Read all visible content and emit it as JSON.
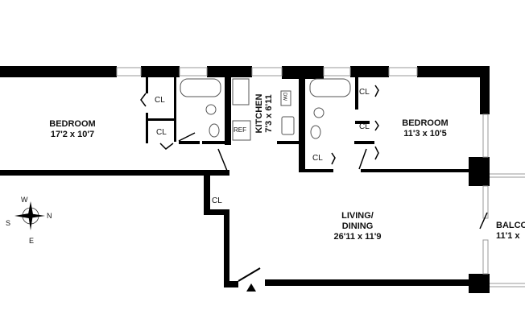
{
  "rooms": {
    "bedroom_left": {
      "name": "BEDROOM",
      "size": "17'2 x 10'7"
    },
    "bedroom_right": {
      "name": "BEDROOM",
      "size": "11'3 x 10'5"
    },
    "kitchen": {
      "name": "KITCHEN",
      "size": "7'3 x 6'11"
    },
    "living": {
      "name_line1": "LIVING/",
      "name_line2": "DINING",
      "size": "26'11 x 11'9"
    },
    "balcony": {
      "name": "BALCONY",
      "size": "11'1 x"
    }
  },
  "closet_label": "CL",
  "fixtures": {
    "refrigerator": "REF",
    "dishwasher": "DW"
  },
  "compass": {
    "w": "W",
    "s": "S",
    "n": "N",
    "e": "E"
  }
}
